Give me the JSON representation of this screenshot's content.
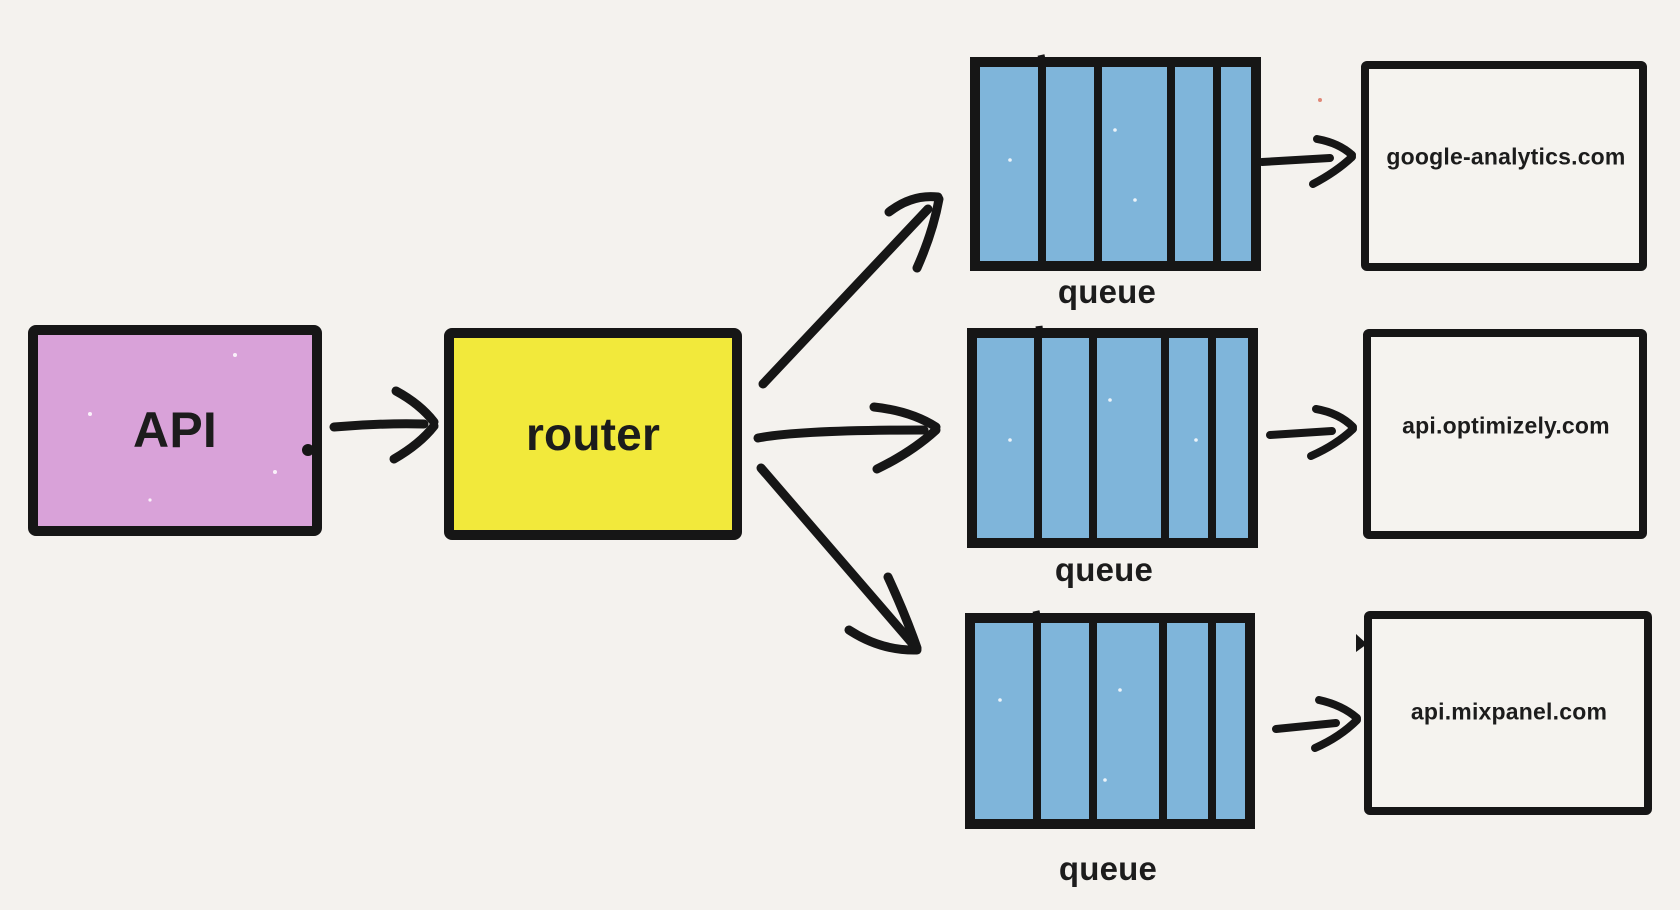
{
  "colors": {
    "background": "#f4f2ee",
    "api_fill": "#d9a2d9",
    "router_fill": "#f2e93b",
    "queue_fill": "#7fb5da",
    "destination_fill": "#f5f3ef",
    "stroke": "#161616",
    "text": "#1c1c1c"
  },
  "nodes": {
    "api": {
      "label": "API"
    },
    "router": {
      "label": "router"
    }
  },
  "queues": [
    {
      "label": "queue"
    },
    {
      "label": "queue"
    },
    {
      "label": "queue"
    }
  ],
  "destinations": [
    {
      "label": "google-analytics.com"
    },
    {
      "label": "api.optimizely.com"
    },
    {
      "label": "api.mixpanel.com"
    }
  ]
}
